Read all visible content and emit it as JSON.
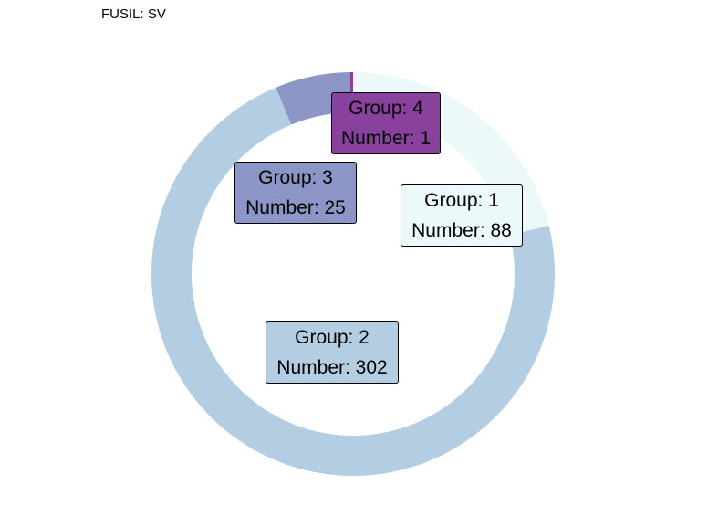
{
  "chart_data": {
    "type": "pie",
    "title": "FUSIL: SV",
    "donut": true,
    "start_angle": "12 o'clock",
    "direction": "clockwise",
    "slices": [
      {
        "label": "Group: 1",
        "value": 88,
        "value_label": "Number: 88",
        "color": "#edf8fb"
      },
      {
        "label": "Group: 2",
        "value": 302,
        "value_label": "Number: 302",
        "color": "#b3cde3"
      },
      {
        "label": "Group: 3",
        "value": 25,
        "value_label": "Number: 25",
        "color": "#8c96c6"
      },
      {
        "label": "Group: 4",
        "value": 1,
        "value_label": "Number: 1",
        "color": "#88419d"
      }
    ]
  }
}
